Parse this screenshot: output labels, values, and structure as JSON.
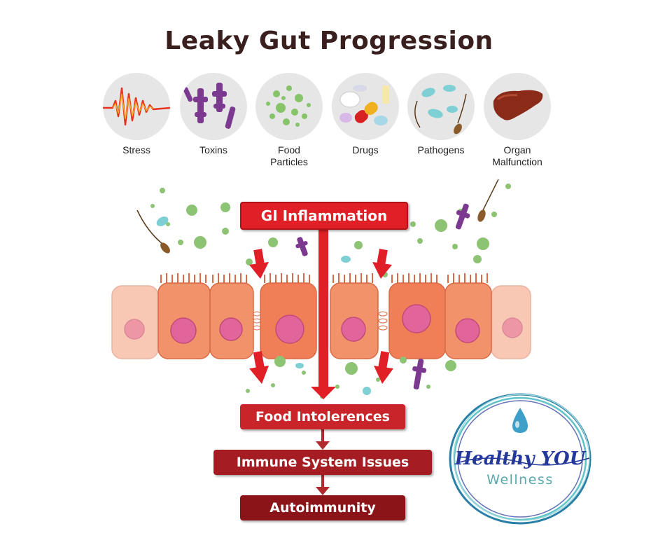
{
  "title": "Leaky Gut Progression",
  "causes": [
    {
      "label": "Stress",
      "icon": "stress-waveform-icon"
    },
    {
      "label": "Toxins",
      "icon": "toxins-molecule-icon"
    },
    {
      "label": "Food\nParticles",
      "icon": "food-particles-icon"
    },
    {
      "label": "Drugs",
      "icon": "drugs-pills-icon"
    },
    {
      "label": "Pathogens",
      "icon": "pathogens-microbes-icon"
    },
    {
      "label": "Organ\nMalfunction",
      "icon": "liver-organ-icon"
    }
  ],
  "flow": {
    "inflammation": "GI Inflammation",
    "food_intolerances": "Food Intolerences",
    "immune": "Immune System Issues",
    "autoimmunity": "Autoimmunity"
  },
  "logo": {
    "line1": "Healthy YOU",
    "line2": "Wellness"
  },
  "colors": {
    "title": "#3a1f1f",
    "box_red": "#e01f26",
    "box_dark": "#8a1418",
    "cell": "#f2926b",
    "nucleus": "#e1659a",
    "particle": "#7ec36a",
    "toxin": "#7b3a8f",
    "logo_blue": "#23389a",
    "logo_teal": "#5aa9ad"
  }
}
